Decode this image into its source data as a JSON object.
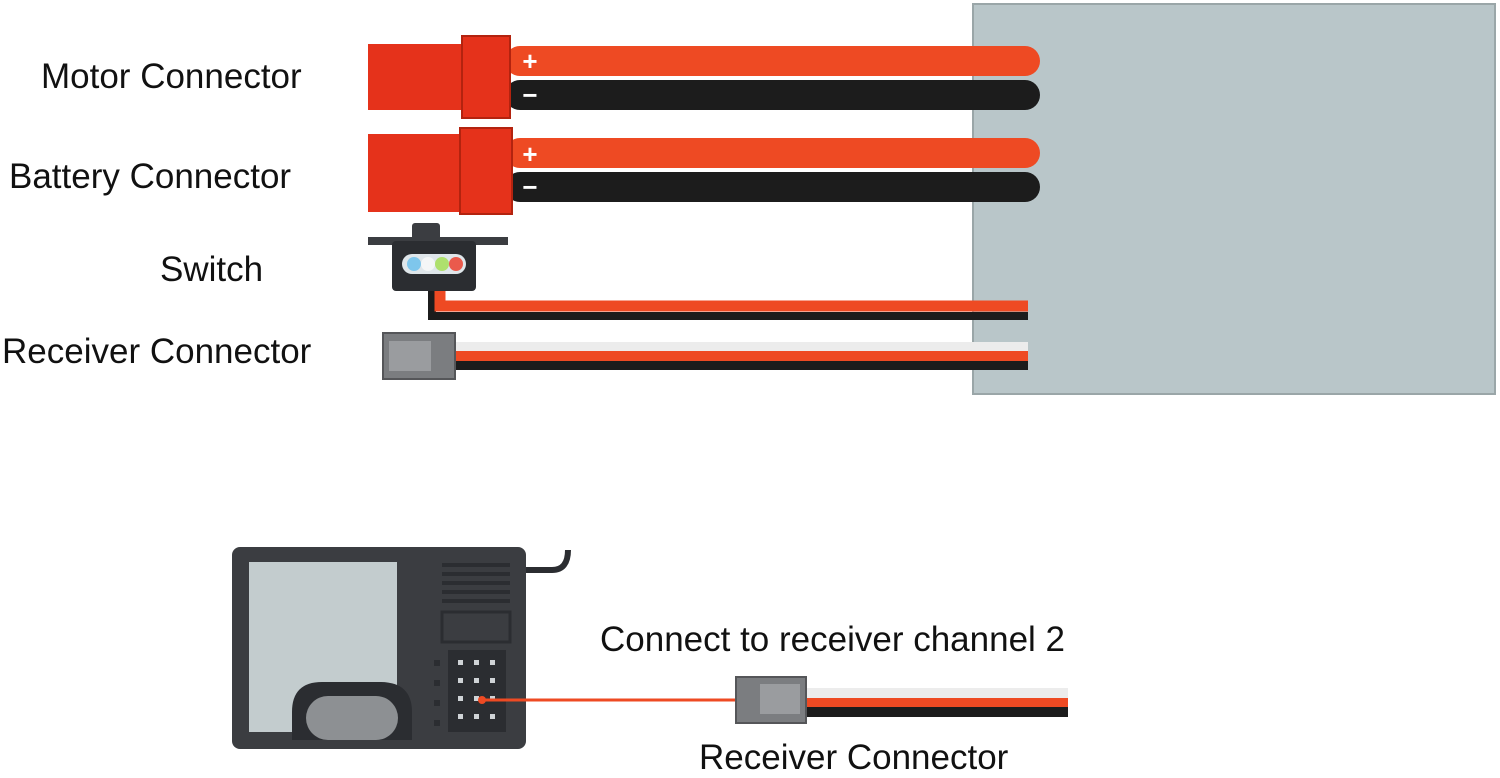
{
  "labels": {
    "motor_connector": "Motor Connector",
    "battery_connector": "Battery Connector",
    "switch": "Switch",
    "receiver_connector": "Receiver Connector",
    "connect_instruction": "Connect to receiver channel 2",
    "receiver_connector_bottom": "Receiver Connector"
  },
  "polarity": {
    "positive": "+",
    "negative": "−"
  },
  "colors": {
    "esc_body": "#b9c6c9",
    "connector_red": "#e5321b",
    "wire_red": "#ee4a23",
    "wire_black": "#1c1c1c",
    "wire_white": "#ececec",
    "receiver_case": "#3b3d41",
    "receiver_screen": "#c3ccce",
    "plug_gray": "#7b7d80",
    "led_blue": "#7ec6ec",
    "led_green": "#aee06d",
    "led_red": "#ea5a4c"
  }
}
